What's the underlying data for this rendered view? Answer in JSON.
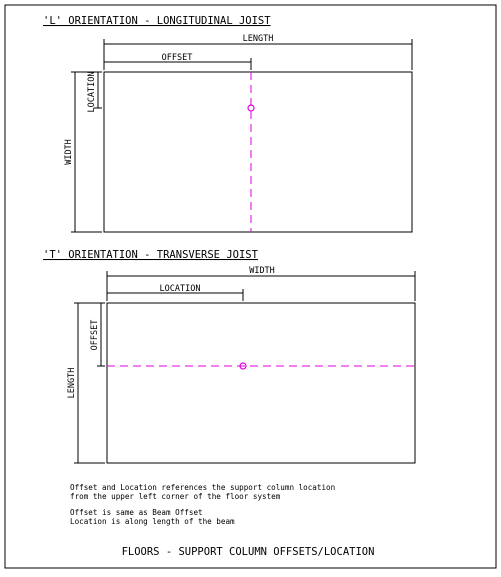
{
  "l_orientation": {
    "heading": "'L' ORIENTATION - LONGITUDINAL JOIST",
    "dim_top": "LENGTH",
    "dim_inner": "OFFSET",
    "dim_side_small": "LOCATION",
    "dim_side_large": "WIDTH"
  },
  "t_orientation": {
    "heading": "'T' ORIENTATION - TRANSVERSE JOIST",
    "dim_top": "WIDTH",
    "dim_inner": "LOCATION",
    "dim_side_small": "OFFSET",
    "dim_side_large": "LENGTH"
  },
  "notes": {
    "line1": "Offset and Location references the support column location",
    "line2": "from the upper left corner of the floor system",
    "line3": "Offset is same as Beam Offset",
    "line4": "Location is along length of the beam"
  },
  "footer_title": "FLOORS - SUPPORT COLUMN OFFSETS/LOCATION",
  "colors": {
    "line": "#000000",
    "column_marker": "#e000e0",
    "background": "#ffffff"
  }
}
